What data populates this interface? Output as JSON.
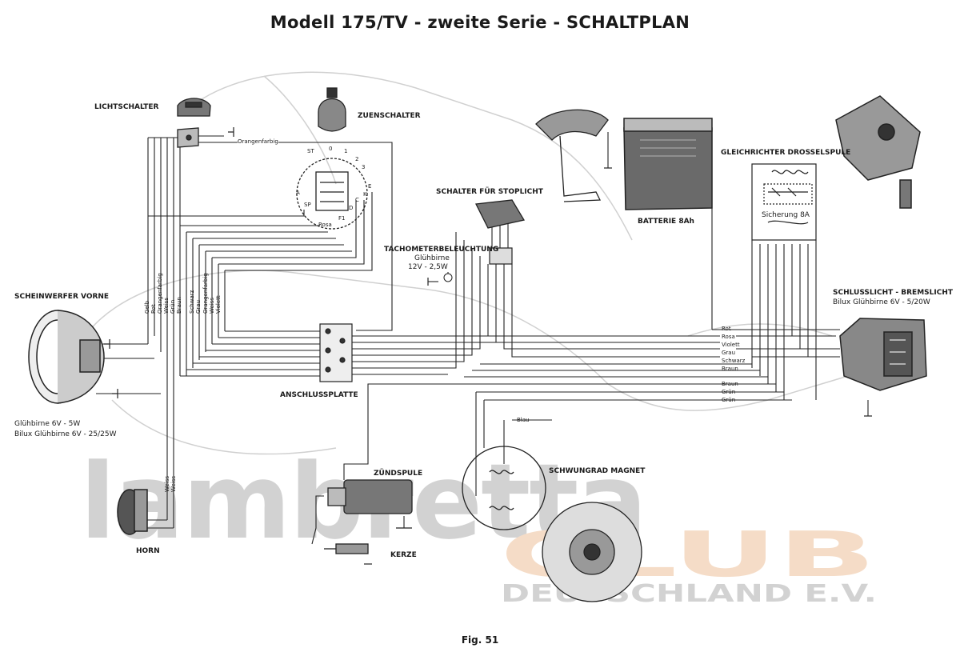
{
  "title": "Modell 175/TV - zweite Serie - SCHALTPLAN",
  "figure": "Fig. 51",
  "watermark": {
    "logo": "lambretta",
    "club": "CLUB",
    "country": "DEUTSCHLAND E.V."
  },
  "components": {
    "lichtschalter": "LICHTSCHALTER",
    "zuendschalter": "ZUENSCHALTER",
    "schalter_stoplicht": "SCHALTER FÜR STOPLICHT",
    "tachometer": "TACHOMETERBELEUCHTUNG",
    "tacho_bulb_1": "Glühbirne",
    "tacho_bulb_2": "12V - 2,5W",
    "batterie": "BATTERIE 8Ah",
    "gleichrichter": "GLEICHRICHTER DROSSELSPULE",
    "sicherung": "Sicherung 8A",
    "schlusslicht": "SCHLUSSLICHT - BREMSLICHT",
    "schlusslicht_bulb": "Bilux Glühbirne 6V - 5/20W",
    "scheinwerfer": "SCHEINWERFER VORNE",
    "scheinwerfer_bulb_1": "Glühbirne 6V - 5W",
    "scheinwerfer_bulb_2": "Bilux Glühbirne 6V - 25/25W",
    "anschlussplatte": "ANSCHLUSSPLATTE",
    "zuendspule": "ZÜNDSPULE",
    "schwungrad": "SCHWUNGRAD MAGNET",
    "horn": "HORN",
    "kerze": "KERZE"
  },
  "wire_labels": {
    "orangenfarbig_top": "Orangenfarbig",
    "rosa_switch": "Rosa",
    "blau": "Blau",
    "left_group": [
      "Gelb",
      "Rot",
      "Orangenfarbig",
      "Weiss",
      "Grün",
      "Braun",
      "Schwarz",
      "Grau",
      "Orangenfarbig",
      "Weiss",
      "Violett"
    ],
    "horn_wires": [
      "Weiss",
      "Weiss"
    ],
    "right_group": [
      "Rot",
      "Rosa",
      "Violett",
      "Grau",
      "Schwarz",
      "Braun",
      "Braun",
      "Grün",
      "Grün"
    ]
  },
  "switch_positions": [
    "ST",
    "0",
    "1",
    "2",
    "3",
    "A",
    "E",
    "K",
    "SP",
    "F1",
    "D",
    "C"
  ]
}
